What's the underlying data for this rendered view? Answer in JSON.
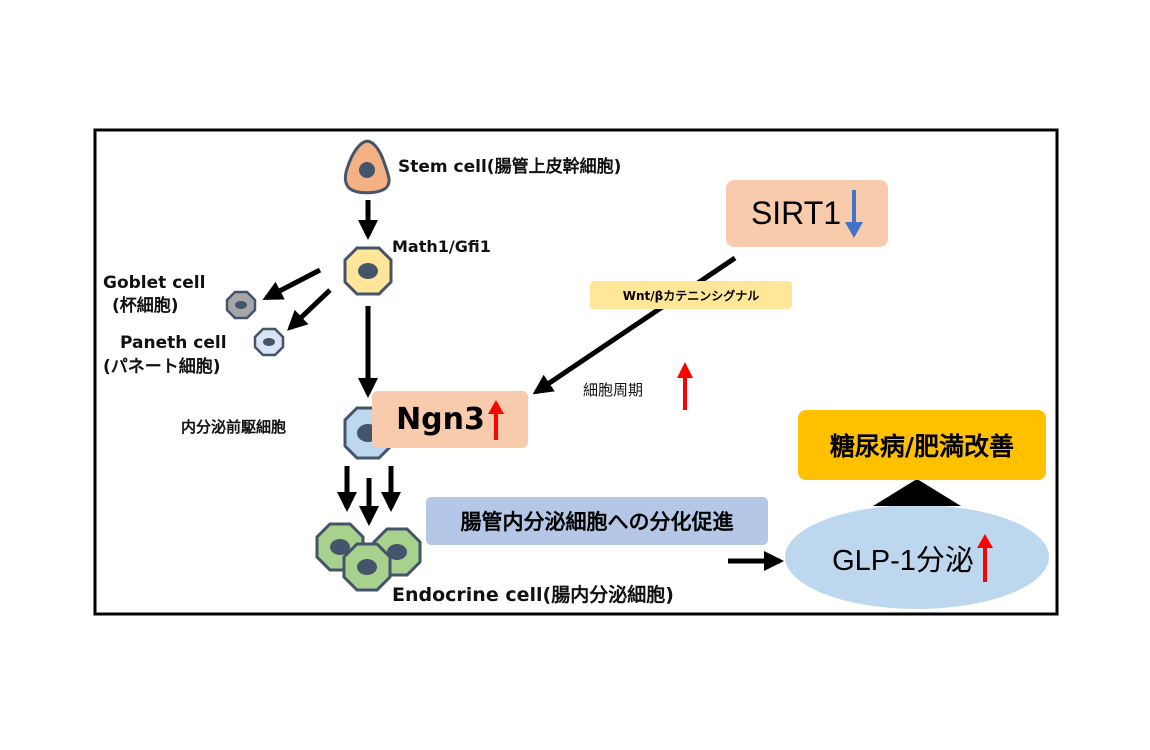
{
  "labels": {
    "stem_cell": "Stem cell(腸管上皮幹細胞)",
    "math1": "Math1/Gfi1",
    "goblet_en": "Goblet cell",
    "goblet_jp": "(杯細胞)",
    "paneth_en": "Paneth cell",
    "paneth_jp": "(パネート細胞)",
    "endocrine_precursor": "内分泌前駆細胞",
    "ngn3": "Ngn3",
    "sirt1": "SIRT1",
    "wnt": "Wnt/βカテニンシグナル",
    "cell_cycle": "細胞周期",
    "differentiation": "腸管内分泌細胞への分化促進",
    "endocrine_cell": "Endocrine cell(腸内分泌細胞)",
    "glp1": "GLP-1分泌",
    "outcome": "糖尿病/肥満改善"
  },
  "colors": {
    "border": "#000000",
    "stem_fill": "#f4b183",
    "math1_fill": "#ffe699",
    "goblet_fill": "#a6a6a6",
    "paneth_fill": "#dae3f3",
    "precursor_fill": "#bdd7ee",
    "endocrine_fill": "#a9d18e",
    "nucleus": "#44546a",
    "ngn3_box": "#f8cbad",
    "sirt1_box": "#f8cbad",
    "wnt_box": "#ffe699",
    "diff_box": "#b4c7e7",
    "glp1_ellipse": "#bdd7ee",
    "outcome_box": "#ffc000",
    "up_arrow": "#ff0000",
    "down_arrow": "#4472c4"
  },
  "icons": {
    "ngn3_indicator": "red-up-arrow-icon",
    "sirt1_indicator": "blue-down-arrow-icon",
    "cell_cycle_indicator": "red-up-arrow-icon",
    "glp1_indicator": "red-up-arrow-icon"
  }
}
